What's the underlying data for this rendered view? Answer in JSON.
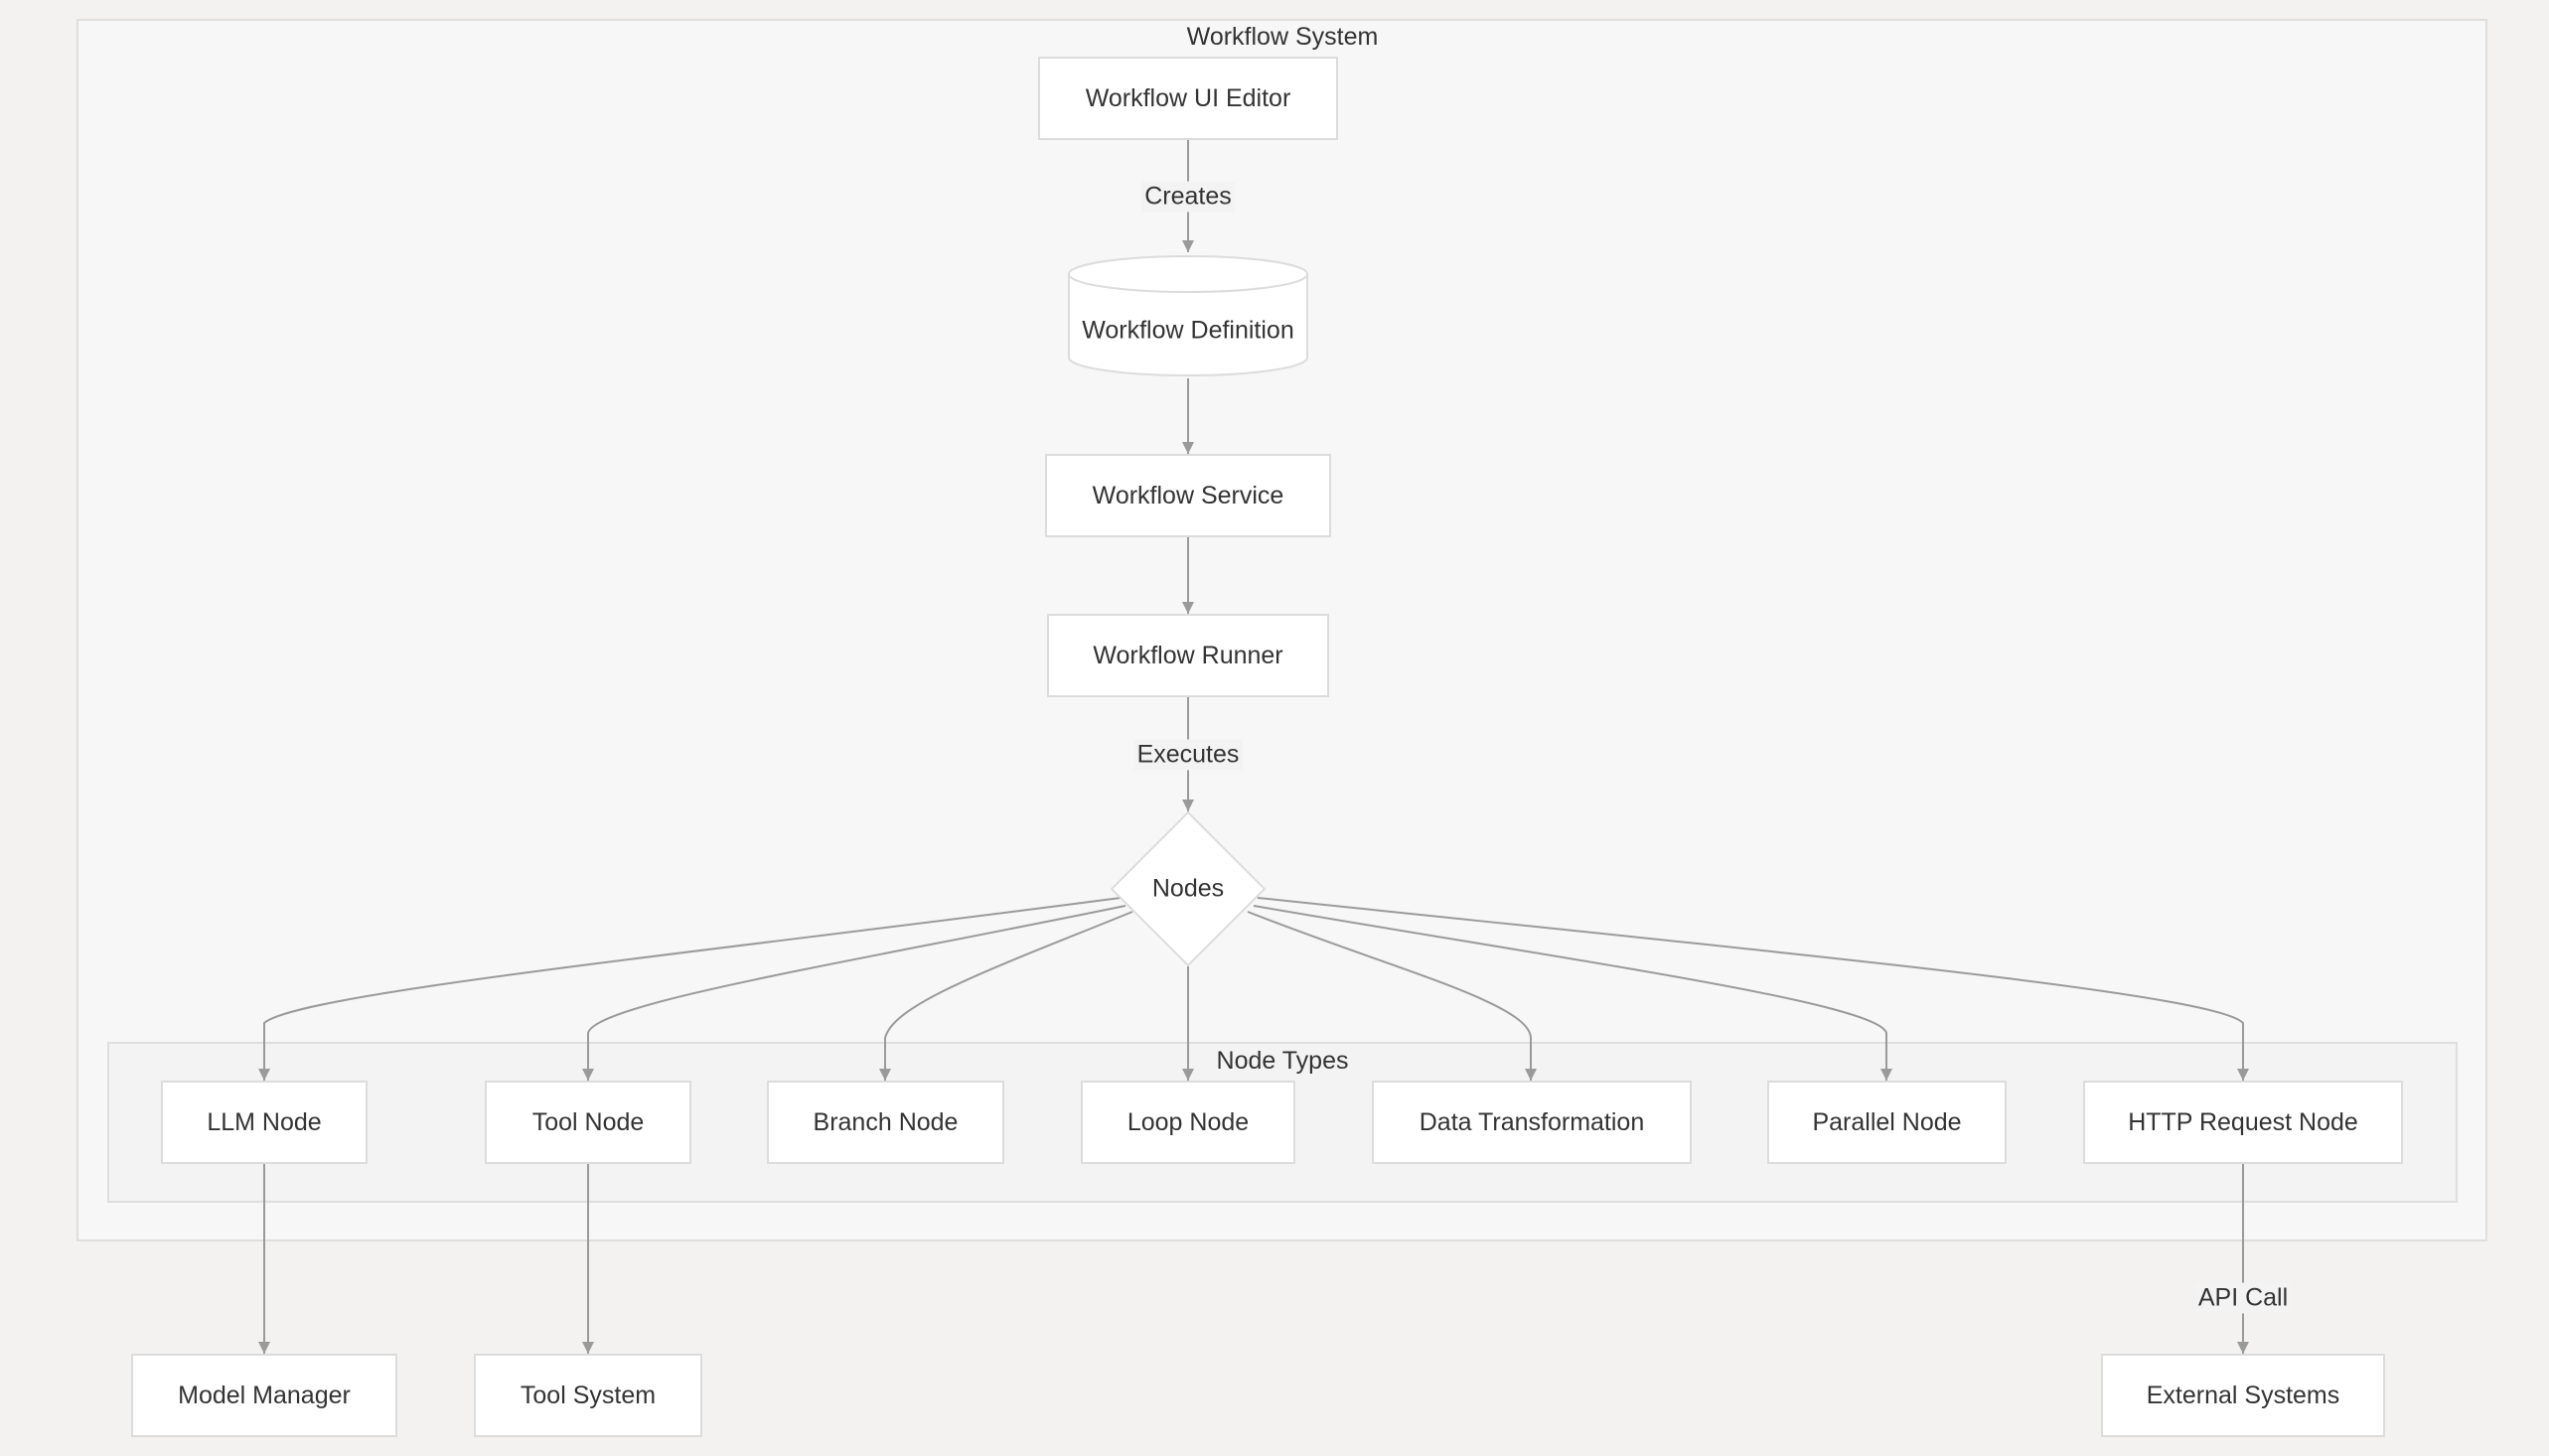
{
  "diagram": {
    "clusters": {
      "workflow_system": "Workflow System",
      "node_types": "Node Types"
    },
    "nodes": {
      "ui_editor": "Workflow UI Editor",
      "definition": "Workflow Definition",
      "service": "Workflow Service",
      "runner": "Workflow Runner",
      "nodes": "Nodes",
      "llm_node": "LLM Node",
      "tool_node": "Tool Node",
      "branch_node": "Branch Node",
      "loop_node": "Loop Node",
      "data_transformation": "Data Transformation",
      "parallel_node": "Parallel Node",
      "http_request_node": "HTTP Request Node",
      "model_manager": "Model Manager",
      "tool_system": "Tool System",
      "external_systems": "External Systems"
    },
    "edges": {
      "creates": "Creates",
      "executes": "Executes",
      "api_call": "API Call"
    }
  },
  "colors": {
    "background": "#f3f2f0",
    "cluster_fill": "#f7f7f7",
    "node_fill": "#ffffff",
    "node_border": "#dcdcdc",
    "edge": "#9a9a9a",
    "text": "#333333"
  }
}
